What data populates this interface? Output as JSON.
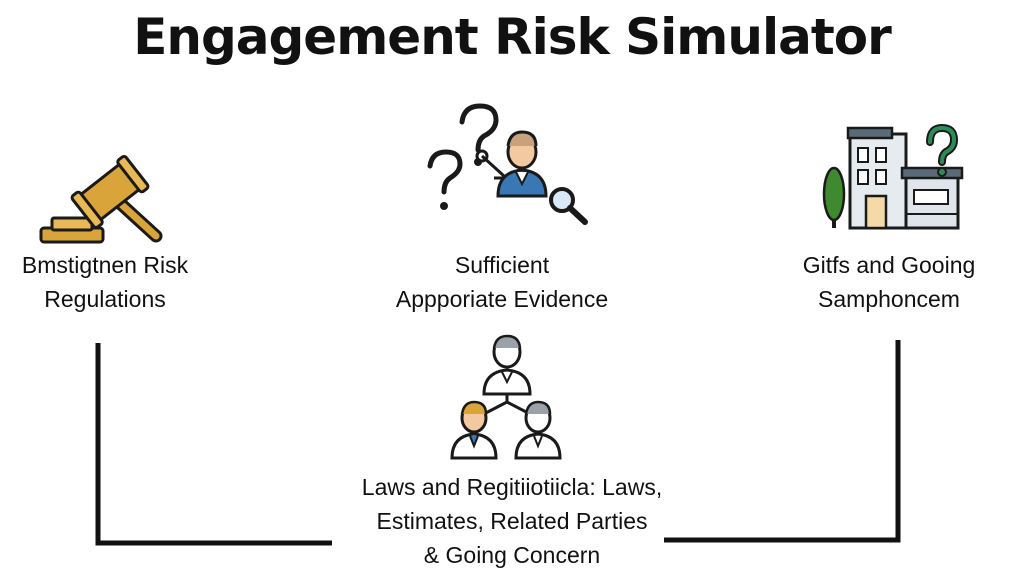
{
  "title": "Engagement Risk Simulator",
  "nodes": {
    "left": {
      "icon": "gavel-icon",
      "line1": "Bmstigtnen Risk",
      "line2": "Regulations"
    },
    "center": {
      "icon": "person-question-magnifier-icon",
      "line1": "Sufficient",
      "line2": "Appporiate Evidence"
    },
    "right": {
      "icon": "building-question-icon",
      "line1": "Gitfs and Gooing",
      "line2": "Samphoncem"
    },
    "bottom": {
      "icon": "team-hierarchy-icon",
      "line1": "Laws and Regitiiotiicla: Laws,",
      "line2": "Estimates, Related Parties",
      "line3": "& Going Concern"
    }
  },
  "colors": {
    "gavel": "#d9a43a",
    "building_roof": "#5b6a78",
    "question_green": "#2e8b57",
    "tree": "#3f8a2f",
    "person_blue": "#3a78b5",
    "skin": "#f2c9a0",
    "outline": "#1a1a1a"
  }
}
